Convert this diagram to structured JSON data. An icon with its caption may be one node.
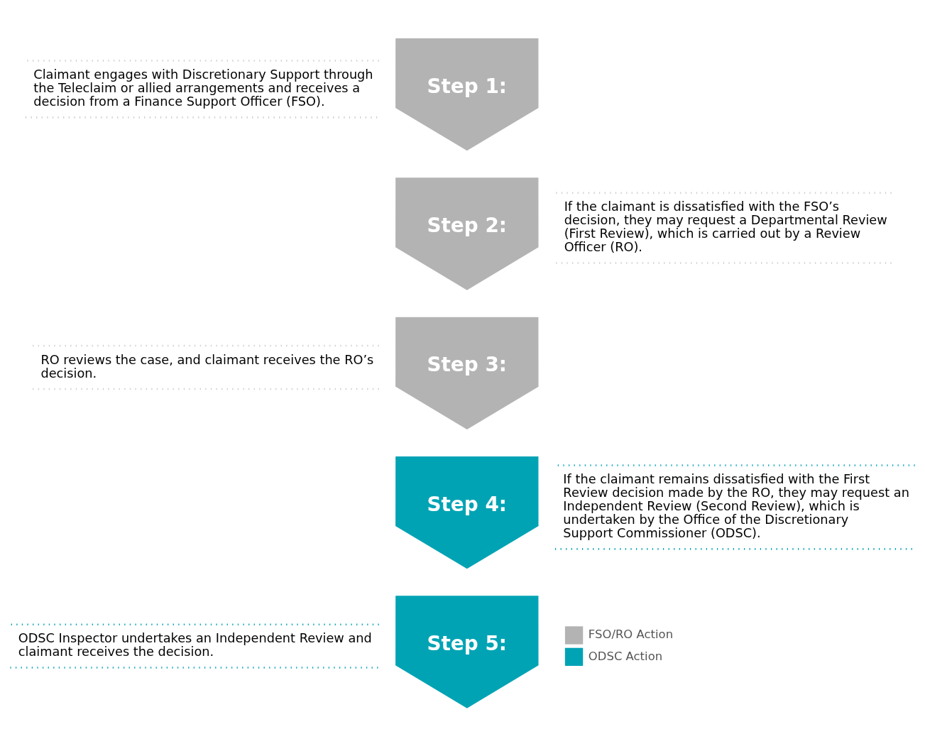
{
  "diagram": {
    "nodes": [
      {
        "text": [
          "Step 1:"
        ],
        "beside": [
          "Claimant engages with Discretionary Support through the Teleclaim or allied arrangements and receives a decision from a Finance Support Officer (FSO)."
        ]
      },
      {
        "text": [
          "Step 2:"
        ],
        "beside": [
          "If the claimant is dissatisfied with the FSO’s decision, they may request a Departmental Review (First Review), which is carried out by a Review Officer (RO)."
        ]
      },
      {
        "text": [
          "Step 3:"
        ],
        "beside": [
          "RO reviews the case, and claimant receives the RO’s decision."
        ]
      },
      {
        "text": [
          "Step 4:"
        ],
        "beside": [
          "If the claimant remains dissatisfied with the First Review decision made by the RO, they may request an Independent Review (Second Review), which is undertaken by the Office of the Discretionary Support Commissioner (ODSC)."
        ]
      },
      {
        "text": [
          "Step 5:"
        ],
        "beside": [
          "ODSC Inspector undertakes an Independent Review and claimant receives the decision."
        ]
      }
    ],
    "edges": [],
    "legend": [
      {
        "text": "FSO/RO Action",
        "color": "#b3b3b3"
      },
      {
        "text": "ODSC Action",
        "color": "#00a3b4"
      }
    ]
  }
}
